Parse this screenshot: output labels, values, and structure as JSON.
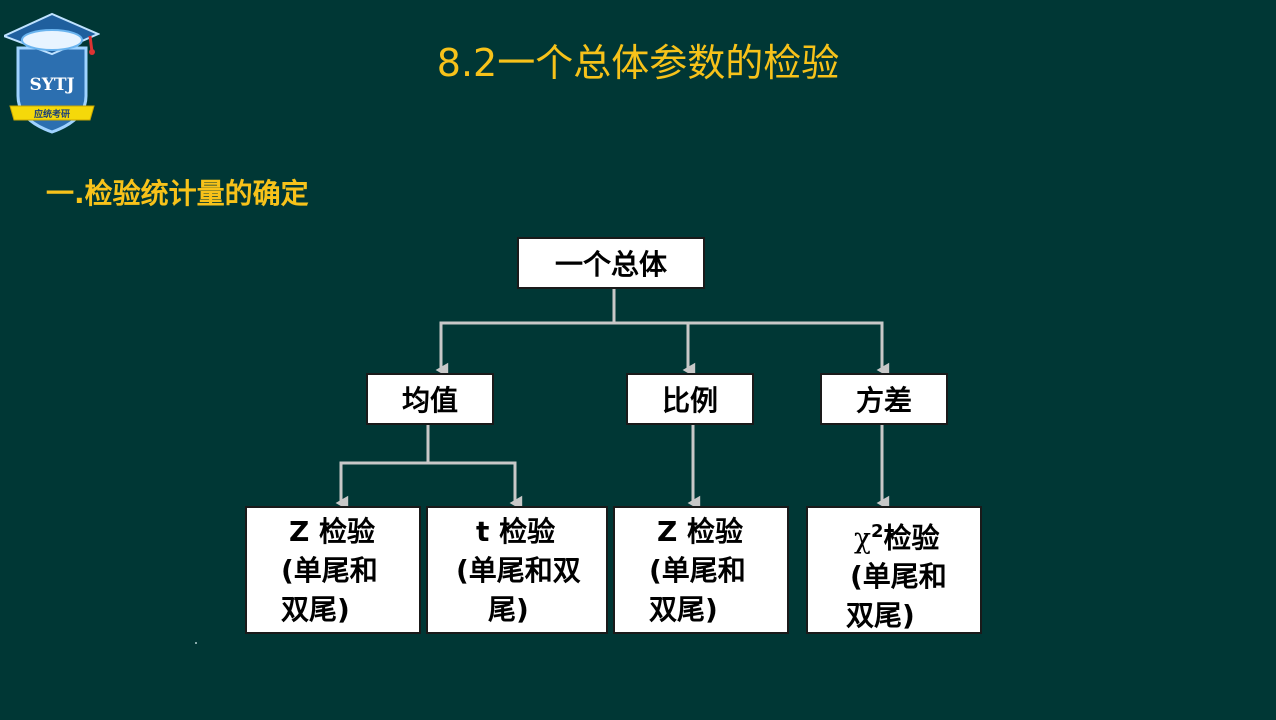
{
  "slide": {
    "title": "8.2一个总体参数的检验",
    "heading": "一.检验统计量的确定"
  },
  "logo": {
    "icon": "graduation-cap-shield-icon",
    "text": "SYTJ",
    "ribbon": "应统考研"
  },
  "diagram": {
    "root": "一个总体",
    "level1": [
      "均值",
      "比例",
      "方差"
    ],
    "leaves": [
      {
        "line1": "Z 检验",
        "line2": "(单尾和",
        "line3": "双尾)"
      },
      {
        "line1": "t 检验",
        "line2": "(单尾和双",
        "line3": "尾)"
      },
      {
        "line1": "Z 检验",
        "line2": "(单尾和",
        "line3": "双尾)"
      },
      {
        "symbol": "χ",
        "sup": "2",
        "line1": "检验",
        "line2": "(单尾和",
        "line3": "双尾)"
      }
    ]
  },
  "colors": {
    "background": "#003735",
    "title": "#f7c21a",
    "box": "#ffffff",
    "connector": "#c8c8c8"
  }
}
